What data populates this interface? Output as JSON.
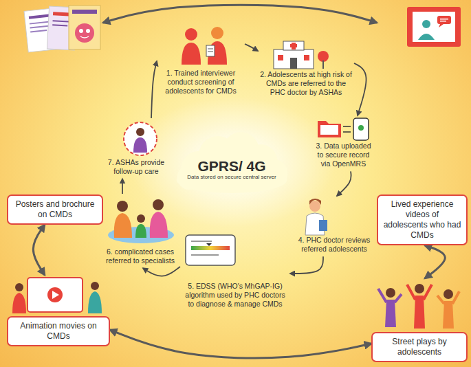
{
  "diagram": {
    "nodes": [
      {
        "text": [
          "Posters and brochure on CMDs"
        ]
      },
      {
        "text": [
          "Lived experience videos of adolescents who had CMDs"
        ]
      },
      {
        "text": [
          "1. Trained interviewer conduct screening of adolescents for CMDs"
        ]
      },
      {
        "text": [
          "2. Adolescents at high risk of CMDs are referred to the PHC doctor by ASHAs"
        ]
      },
      {
        "text": [
          "3. Data uploaded to secure record via OpenMRS"
        ]
      },
      {
        "text": [
          "GPRS/ 4G",
          "Data stored on secure central server"
        ]
      },
      {
        "text": [
          "4. PHC doctor reviews referred adolescents"
        ]
      },
      {
        "text": [
          "7. ASHAs provide follow-up care"
        ]
      },
      {
        "text": [
          "6. complicated cases referred to specialists"
        ]
      },
      {
        "text": [
          "5. EDSS (WHO's MhGAP-IG) algorithm used by PHC doctors to diagnose & manage CMDs"
        ]
      },
      {
        "text": [
          "Animation movies on CMDs"
        ]
      },
      {
        "text": [
          "Street plays by adolescents"
        ]
      }
    ],
    "edges": [
      {
        "from": 2,
        "to": 3,
        "arrow": "to"
      },
      {
        "from": 3,
        "to": 4,
        "arrow": "to"
      },
      {
        "from": 4,
        "to": 6,
        "arrow": "to"
      },
      {
        "from": 6,
        "to": 9,
        "arrow": "to"
      },
      {
        "from": 9,
        "to": 8,
        "arrow": "to"
      },
      {
        "from": 8,
        "to": 7,
        "arrow": "to"
      },
      {
        "from": 7,
        "to": 2,
        "arrow": "to"
      },
      {
        "from": 0,
        "to": 1,
        "arrow": "both"
      },
      {
        "from": 1,
        "to": 11,
        "arrow": "both"
      },
      {
        "from": 11,
        "to": 10,
        "arrow": "both"
      },
      {
        "from": 10,
        "to": 0,
        "arrow": "both"
      }
    ]
  }
}
